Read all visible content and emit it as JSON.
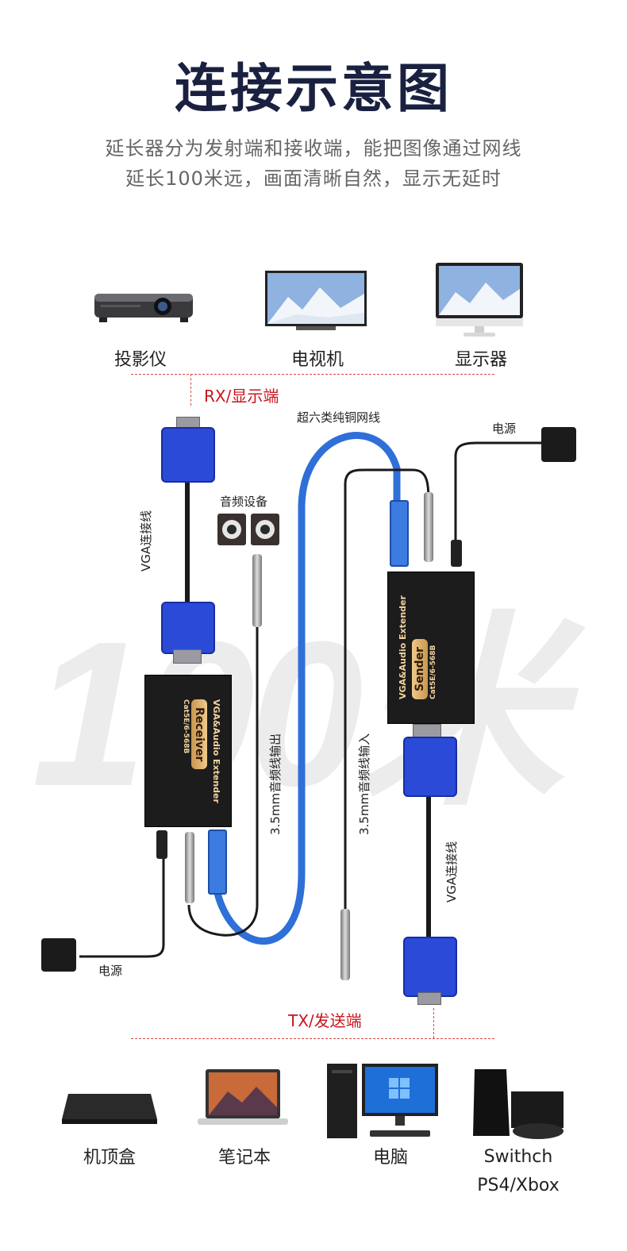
{
  "title": "连接示意图",
  "subtitle_line1": "延长器分为发射端和接收端，能把图像通过网线",
  "subtitle_line2": "延长100米远，画面清晰自然，显示无延时",
  "watermark": "100米",
  "display_devices": [
    {
      "label": "投影仪",
      "icon": "projector-icon"
    },
    {
      "label": "电视机",
      "icon": "tv-icon"
    },
    {
      "label": "显示器",
      "icon": "monitor-icon"
    }
  ],
  "rx_label": "RX/显示端",
  "tx_label": "TX/发送端",
  "cable_label": "超六类纯铜网线",
  "power_label": "电源",
  "audio_device_label": "音频设备",
  "vga_cable_label": "VGA连接线",
  "audio_out_label": "3.5mm音频线输出",
  "audio_in_label": "3.5mm音频线输入",
  "receiver": {
    "line1": "VGA&Audio Extender",
    "badge": "Receiver",
    "line2": "Cat5E/6-568B"
  },
  "sender": {
    "line1": "VGA&Audio Extender",
    "badge": "Sender",
    "line2": "Cat5E/6-568B"
  },
  "source_devices": [
    {
      "label": "机顶盒",
      "icon": "set-top-box-icon"
    },
    {
      "label": "笔记本",
      "icon": "laptop-icon"
    },
    {
      "label": "电脑",
      "icon": "desktop-pc-icon"
    },
    {
      "label": "Swithch\nPS4/Xbox",
      "icon": "game-console-icon"
    }
  ],
  "colors": {
    "title": "#1a2140",
    "accent_red": "#c8161d",
    "vga_blue": "#2b4ad8",
    "lan_cable": "#2f6fd8",
    "device_box": "#1c1c1c"
  }
}
